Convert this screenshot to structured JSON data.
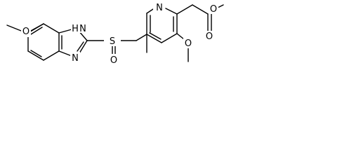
{
  "structure": {
    "atom_labels": {
      "O_methoxy_left": "O",
      "NH": "H",
      "NH_N": "N",
      "N_imidazole": "N",
      "S": "S",
      "O_sulfoxide": "O",
      "N_pyridine": "N",
      "O_methoxy_ring": "O",
      "O_ester_single": "O",
      "O_ester_double": "O"
    }
  }
}
